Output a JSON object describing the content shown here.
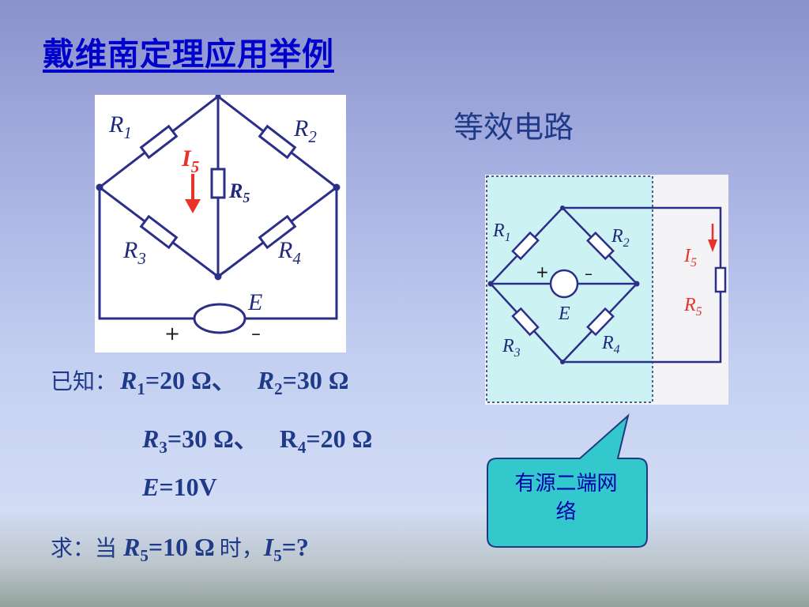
{
  "title": "戴维南定理应用举例",
  "subtitle": "等效电路",
  "circuit1": {
    "r1": "R",
    "r1_sub": "1",
    "r2": "R",
    "r2_sub": "2",
    "r3": "R",
    "r3_sub": "3",
    "r4": "R",
    "r4_sub": "4",
    "r5": "R",
    "r5_sub": "5",
    "i5": "I",
    "i5_sub": "5",
    "source": "E",
    "plus": "+",
    "minus": "–"
  },
  "circuit2": {
    "r1": "R",
    "r1_sub": "1",
    "r2": "R",
    "r2_sub": "2",
    "r3": "R",
    "r3_sub": "3",
    "r4": "R",
    "r4_sub": "4",
    "r5": "R",
    "r5_sub": "5",
    "i5": "I",
    "i5_sub": "5",
    "source": "E",
    "plus": "+",
    "minus": "–"
  },
  "given": {
    "label": "已知：",
    "r1_sym": "R",
    "r1_sub": "1",
    "r1_val": "=20 Ω、",
    "r2_sym": "R",
    "r2_sub": "2",
    "r2_val": "=30 Ω",
    "r3_sym": "R",
    "r3_sub": "3",
    "r3_val": "=30 Ω、",
    "r4_sym": "R",
    "r4_sub": "4",
    "r4_val": "=20 Ω",
    "e_sym": "E",
    "e_val": "=10V"
  },
  "ask": {
    "label": "求：当",
    "r5_sym": "R",
    "r5_sub": "5",
    "r5_val": "=10 Ω",
    "when": "时，",
    "i5_sym": "I",
    "i5_sub": "5",
    "i5_val": "=?"
  },
  "callout": {
    "line1": "有源二端网",
    "line2": "络"
  },
  "colors": {
    "title": "#0000cc",
    "text": "#1e3a88",
    "wire": "#2b2f8a",
    "resistor_label": "#1f2b7a",
    "current_arrow": "#e8322a",
    "network_fill": "#ccf2f4",
    "callout_fill": "#33c8cc"
  }
}
